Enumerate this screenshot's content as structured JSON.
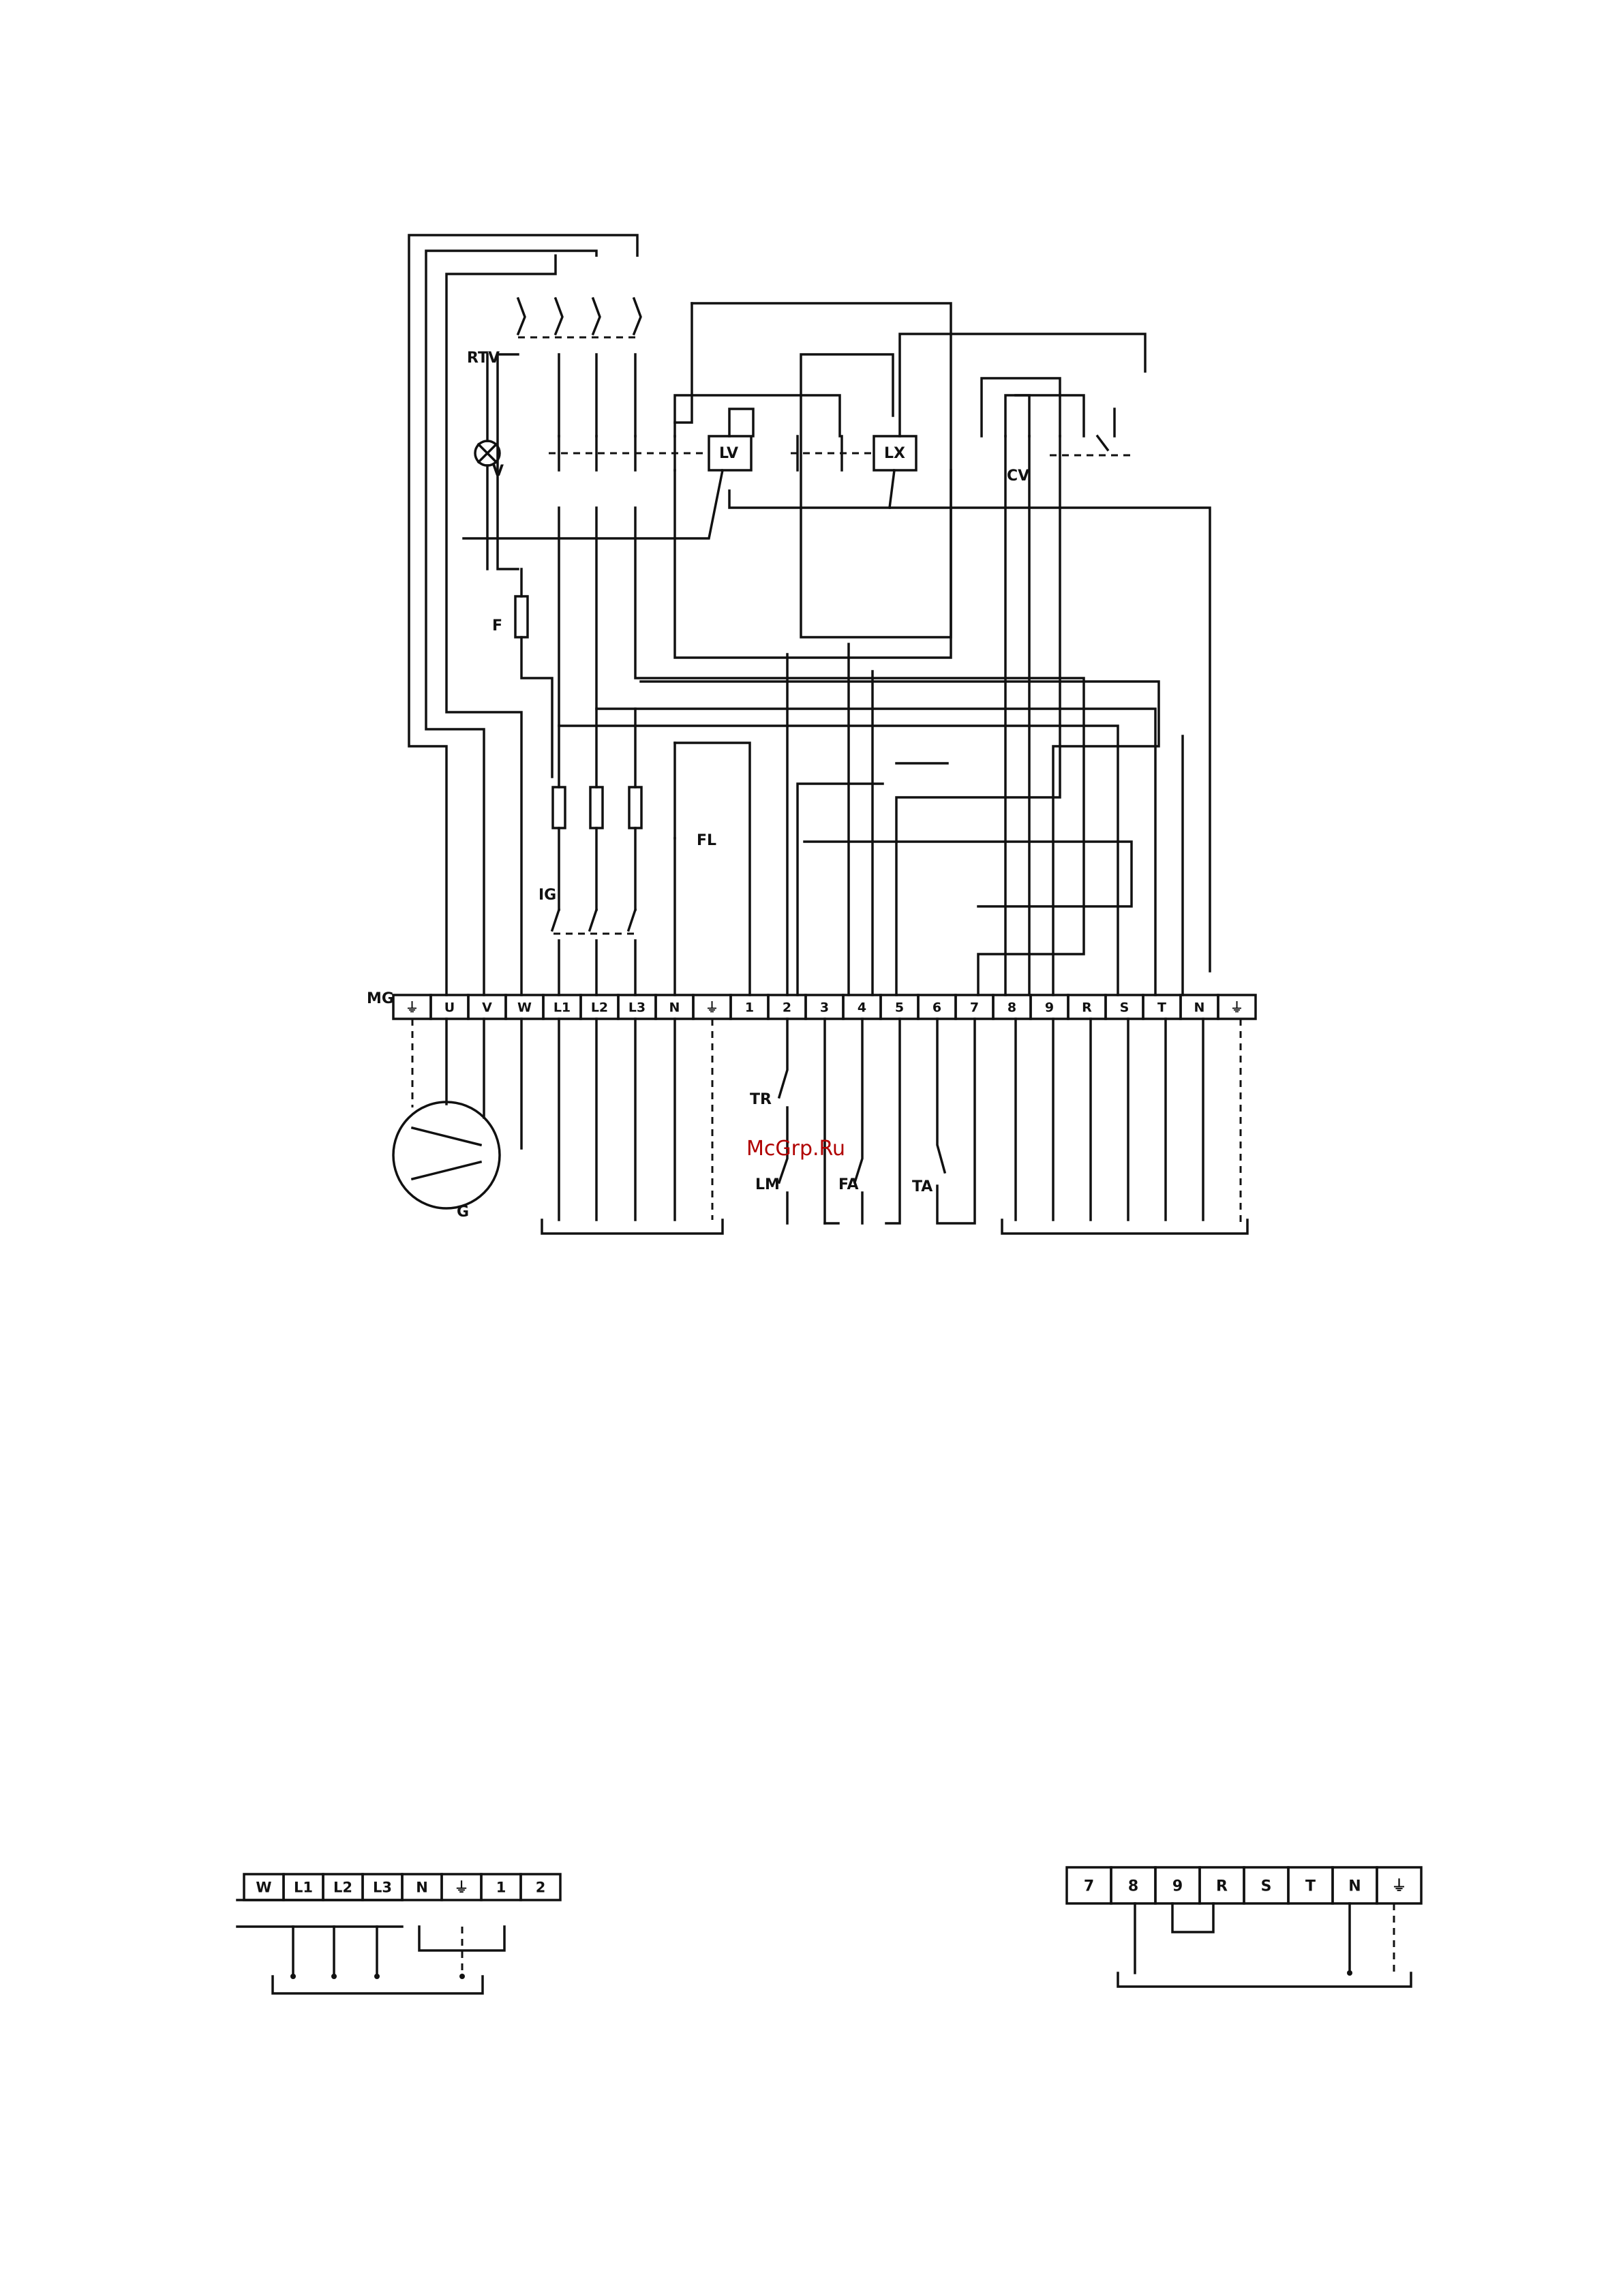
{
  "watermark": "McGrp.Ru",
  "labels": {
    "rtv": "RTV",
    "v": "V",
    "lv": "LV",
    "lx": "LX",
    "cv": "CV",
    "f": "F",
    "fl": "FL",
    "ig": "IG",
    "mg": "MG",
    "tr": "TR",
    "lm": "LM",
    "fa": "FA",
    "ta": "TA",
    "g": "G"
  },
  "main_terminals": [
    "⏚",
    "U",
    "V",
    "W",
    "L1",
    "L2",
    "L3",
    "N",
    "⏚",
    "1",
    "2",
    "3",
    "4",
    "5",
    "6",
    "7",
    "8",
    "9",
    "R",
    "S",
    "T",
    "N",
    "⏚"
  ],
  "left_terminals": [
    "W",
    "L1",
    "L2",
    "L3",
    "N",
    "⏚",
    "1",
    "2"
  ],
  "right_terminals": [
    "7",
    "8",
    "9",
    "R",
    "S",
    "T",
    "N",
    "⏚"
  ]
}
